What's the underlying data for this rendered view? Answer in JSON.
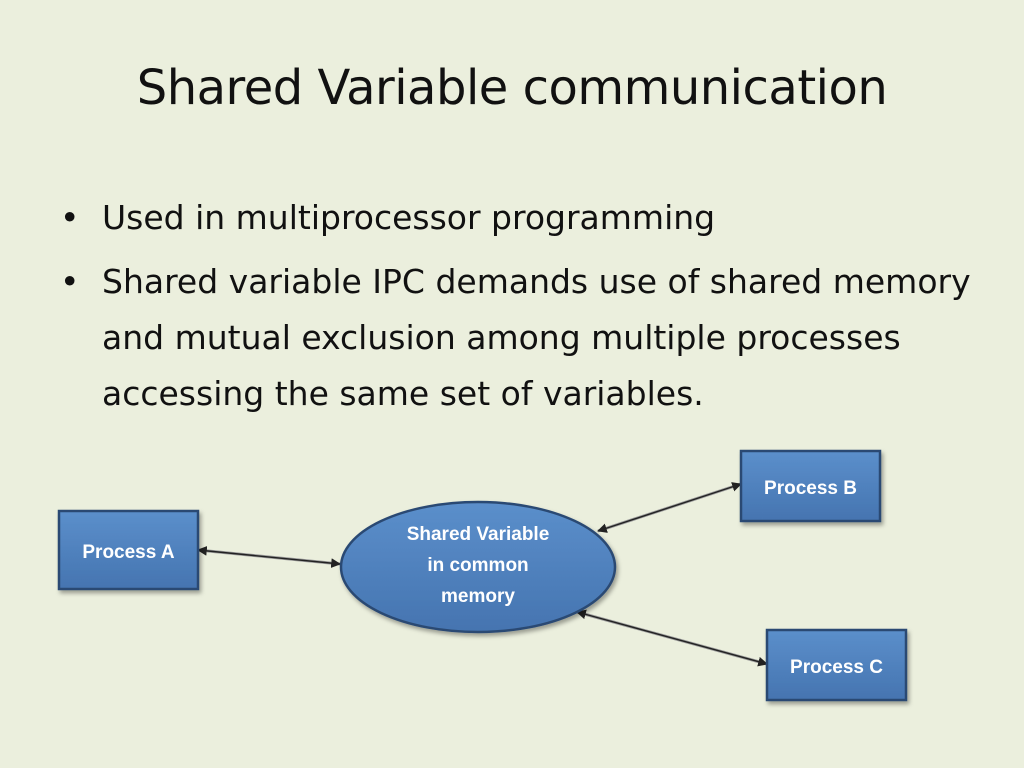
{
  "slide": {
    "title": "Shared Variable communication",
    "bullets": [
      "Used in multiprocessor programming",
      "Shared variable IPC demands use of shared memory and mutual exclusion among multiple processes accessing the same set of variables."
    ]
  },
  "diagram": {
    "nodes": {
      "process_a": "Process A",
      "process_b": "Process B",
      "process_c": "Process C",
      "shared_line1": "Shared Variable",
      "shared_line2": "in common",
      "shared_line3": "memory"
    },
    "colors": {
      "node_fill": "#4f81bd",
      "node_border": "#2b4a73",
      "arrow": "#222222",
      "background": "#ebefdd"
    }
  }
}
